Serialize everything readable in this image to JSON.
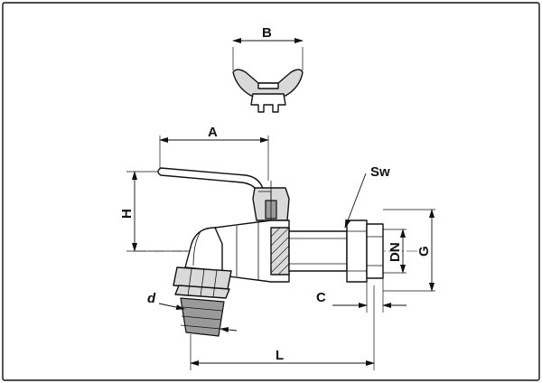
{
  "labels": {
    "A": "A",
    "B": "B",
    "H": "H",
    "Sw": "Sw",
    "DN": "DN",
    "G": "G",
    "C": "C",
    "d": "d",
    "L": "L"
  }
}
